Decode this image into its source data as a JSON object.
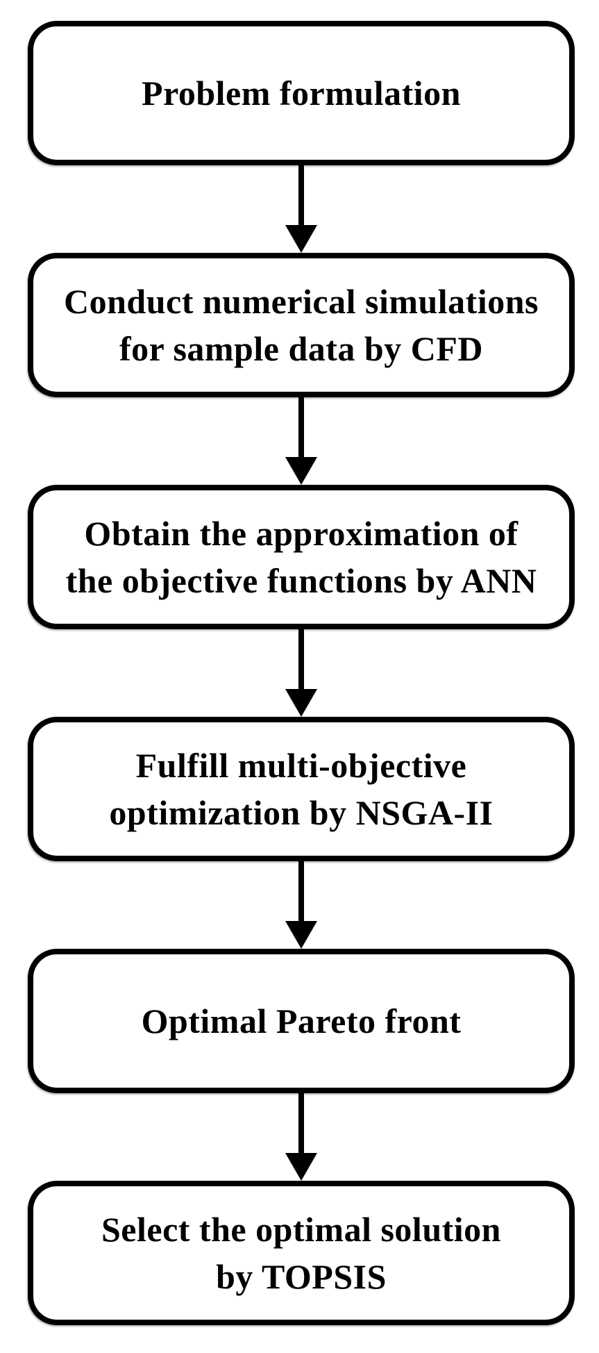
{
  "figure": {
    "type": "flowchart",
    "direction": "top-to-bottom",
    "colors": {
      "background": "#ffffff",
      "ink": "#000000",
      "node_fill": "#ffffff"
    },
    "nodes": [
      {
        "id": "problem-formulation",
        "label": "Problem formulation"
      },
      {
        "id": "cfd-simulations",
        "label": "Conduct numerical simulations\nfor sample data by CFD"
      },
      {
        "id": "ann-approximation",
        "label": "Obtain the approximation of\nthe objective functions by ANN"
      },
      {
        "id": "nsga2-optimization",
        "label": "Fulfill multi-objective\noptimization by NSGA-II"
      },
      {
        "id": "pareto-front",
        "label": "Optimal Pareto front"
      },
      {
        "id": "topsis-selection",
        "label": "Select the optimal solution\nby TOPSIS"
      }
    ],
    "connectors": [
      {
        "from": "problem-formulation",
        "to": "cfd-simulations"
      },
      {
        "from": "cfd-simulations",
        "to": "ann-approximation"
      },
      {
        "from": "ann-approximation",
        "to": "nsga2-optimization"
      },
      {
        "from": "nsga2-optimization",
        "to": "pareto-front"
      },
      {
        "from": "pareto-front",
        "to": "topsis-selection"
      }
    ]
  }
}
